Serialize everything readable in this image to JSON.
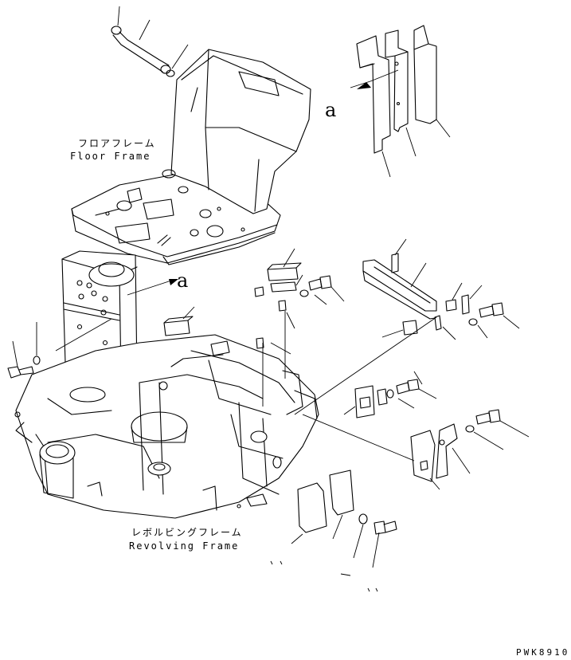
{
  "labels": {
    "floor_frame_jp": "フロアフレーム",
    "floor_frame_en": "Floor Frame",
    "revolving_frame_jp": "レボルビングフレーム",
    "revolving_frame_en": "Revolving Frame",
    "detail_callout_top": "a",
    "detail_callout_mid": "a",
    "drawing_code": "PWK8910"
  }
}
